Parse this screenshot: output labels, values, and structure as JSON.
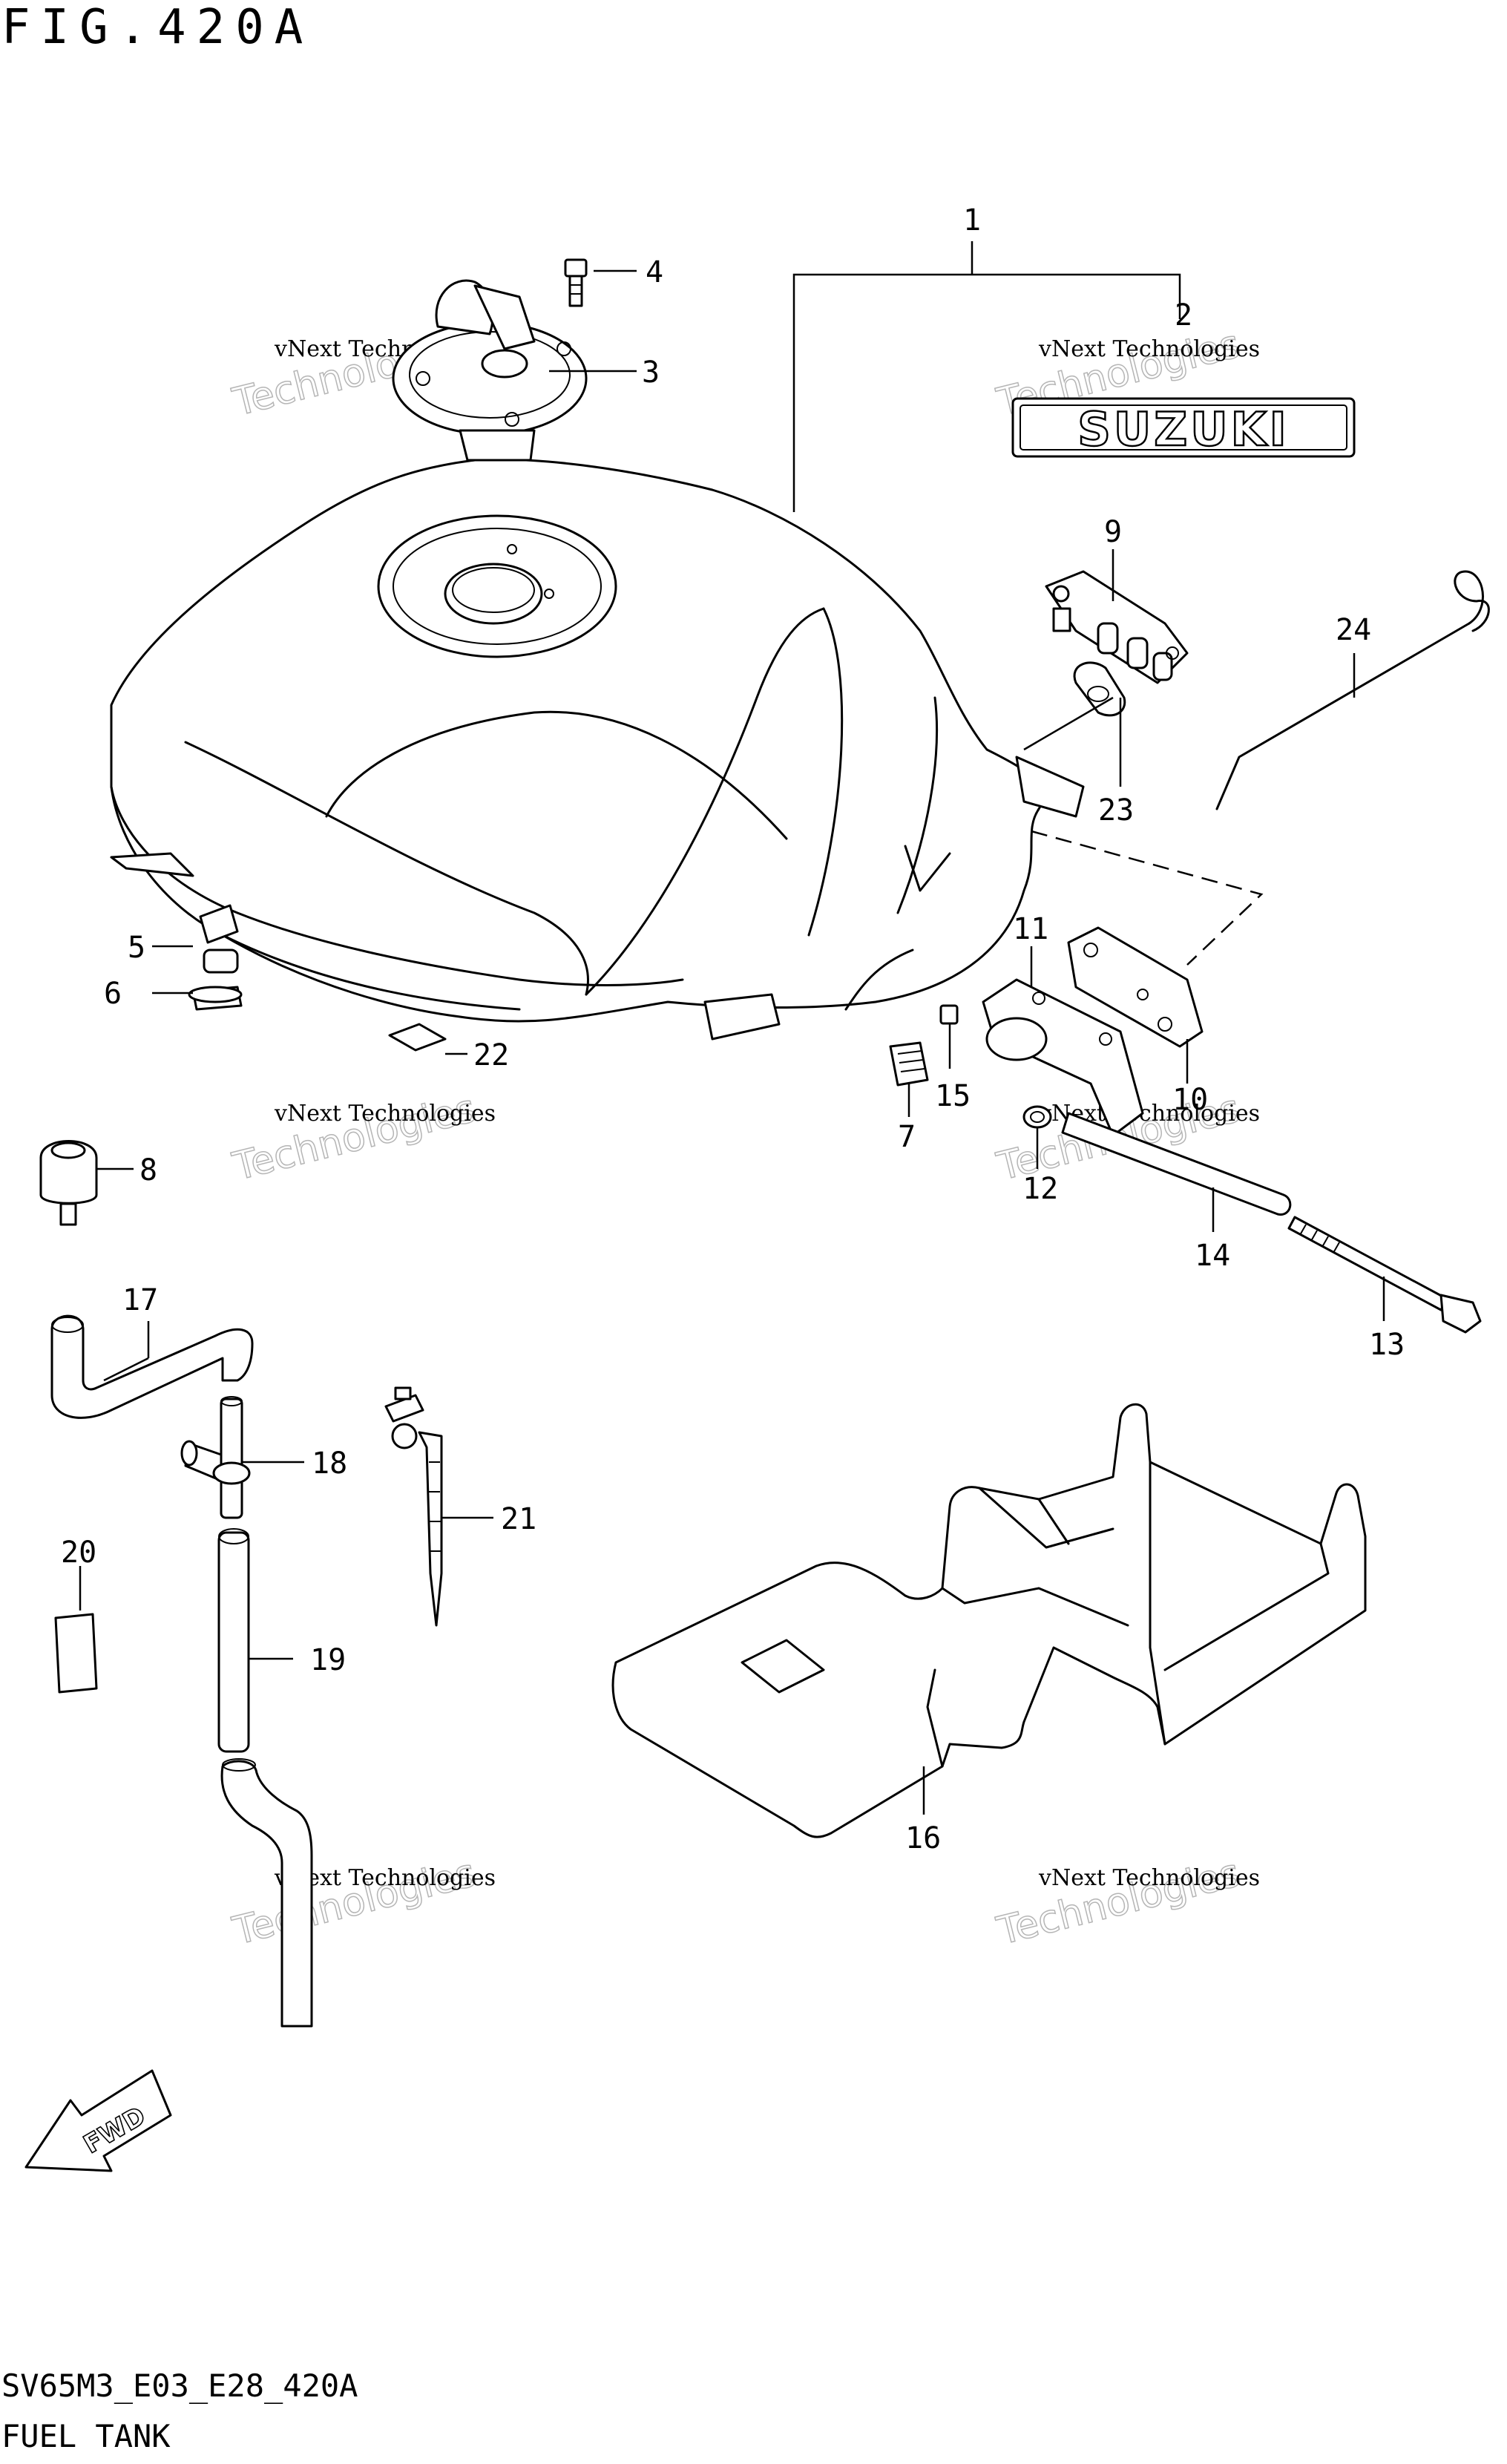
{
  "header": {
    "figure_title": "FIG.420A"
  },
  "footer": {
    "diagram_code": "SV65M3_E03_E28_420A",
    "group_name": "FUEL TANK"
  },
  "brand_emblem": "SUZUKI",
  "direction_marker": "FWD",
  "watermark": {
    "line1": "vNext Technologies",
    "line2": "Technologies"
  },
  "callouts": {
    "p1": "1",
    "p2": "2",
    "p3": "3",
    "p4": "4",
    "p5": "5",
    "p6": "6",
    "p7": "7",
    "p8": "8",
    "p9": "9",
    "p10": "10",
    "p11": "11",
    "p12": "12",
    "p13": "13",
    "p14": "14",
    "p15": "15",
    "p16": "16",
    "p17": "17",
    "p18": "18",
    "p19": "19",
    "p20": "20",
    "p21": "21",
    "p22": "22",
    "p23": "23",
    "p24": "24"
  }
}
